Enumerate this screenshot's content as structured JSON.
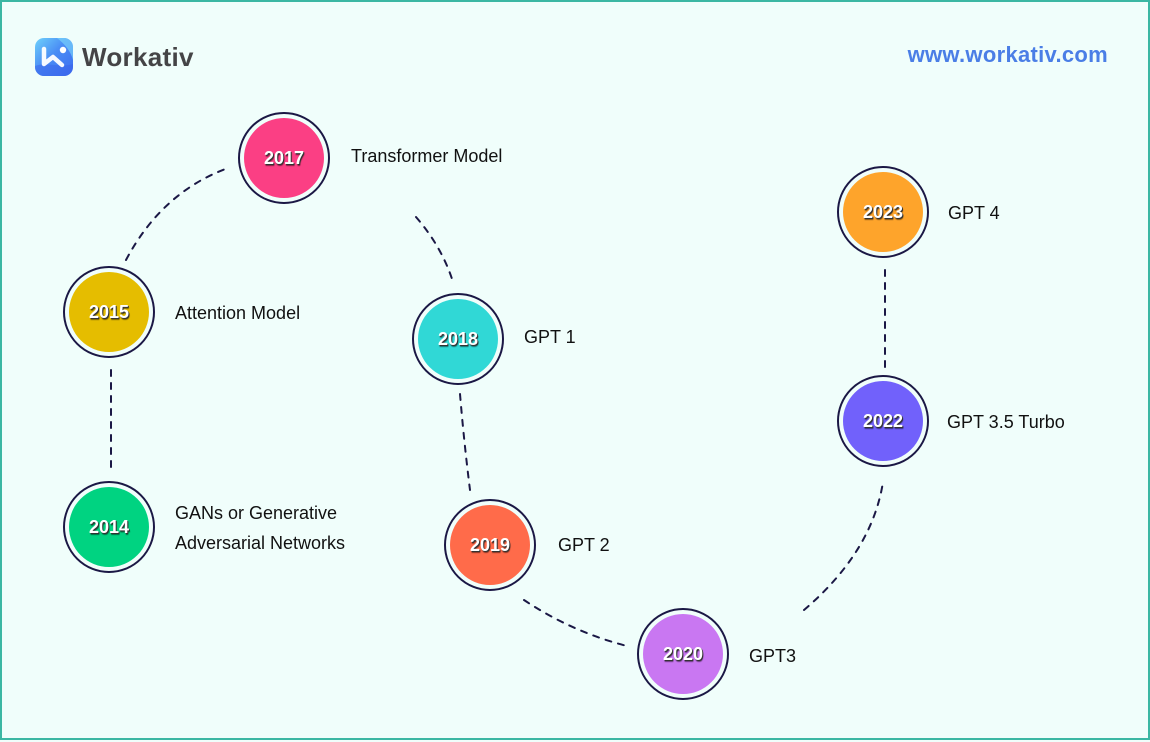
{
  "header": {
    "brand_name": "Workativ",
    "brand_icon": "workativ-logo-icon",
    "url": "www.workativ.com"
  },
  "colors": {
    "background": "#f0fefb",
    "border": "#3bb7a3",
    "ring": "#1b1845",
    "url": "#4a7ee6"
  },
  "timeline": [
    {
      "year": "2014",
      "label_lines": [
        "GANs or Generative",
        "Adversarial Networks"
      ],
      "color": "#00d381"
    },
    {
      "year": "2015",
      "label_lines": [
        "Attention Model"
      ],
      "color": "#e5bd00"
    },
    {
      "year": "2017",
      "label_lines": [
        "Transformer Model"
      ],
      "color": "#fb3f84"
    },
    {
      "year": "2018",
      "label_lines": [
        "GPT 1"
      ],
      "color": "#30d8d6"
    },
    {
      "year": "2019",
      "label_lines": [
        "GPT 2"
      ],
      "color": "#ff6b4a"
    },
    {
      "year": "2020",
      "label_lines": [
        "GPT3"
      ],
      "color": "#c977f2"
    },
    {
      "year": "2022",
      "label_lines": [
        "GPT 3.5 Turbo"
      ],
      "color": "#7161fb"
    },
    {
      "year": "2023",
      "label_lines": [
        "GPT 4"
      ],
      "color": "#fea42b"
    }
  ]
}
